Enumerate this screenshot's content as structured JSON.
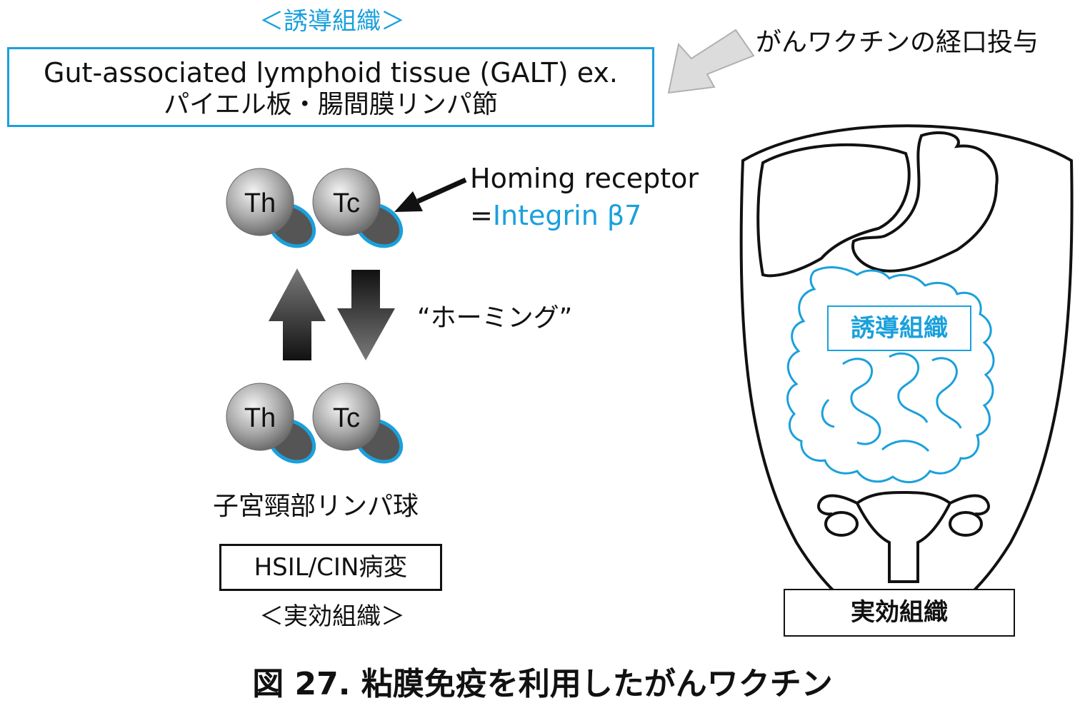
{
  "induction_label": "＜誘導組織＞",
  "galt_box": {
    "line1": "Gut-associated lymphoid tissue (GALT) ex.",
    "line2": "パイエル板・腸間膜リンパ節"
  },
  "oral_admin": "がんワクチンの経口投与",
  "homing_receptor": {
    "line1": "Homing receptor",
    "prefix": "=",
    "integrin": "Integrin β7"
  },
  "homing_label": "“ホーミング”",
  "cells": {
    "th": "Th",
    "tc": "Tc"
  },
  "cervical_lymph": "子宮頸部リンパ球",
  "hsil_box": "HSIL/CIN病変",
  "effector_label": "＜実効組織＞",
  "body_diagram": {
    "induction": "誘導組織",
    "effector": "実効組織"
  },
  "caption": "図 27.  粘膜免疫を利用したがんワクチン",
  "colors": {
    "accent_blue": "#1aa0dc",
    "cell_gray": "#9a9a9a",
    "receptor_dark": "#555555",
    "arrow_light": "#dcdcdc"
  }
}
